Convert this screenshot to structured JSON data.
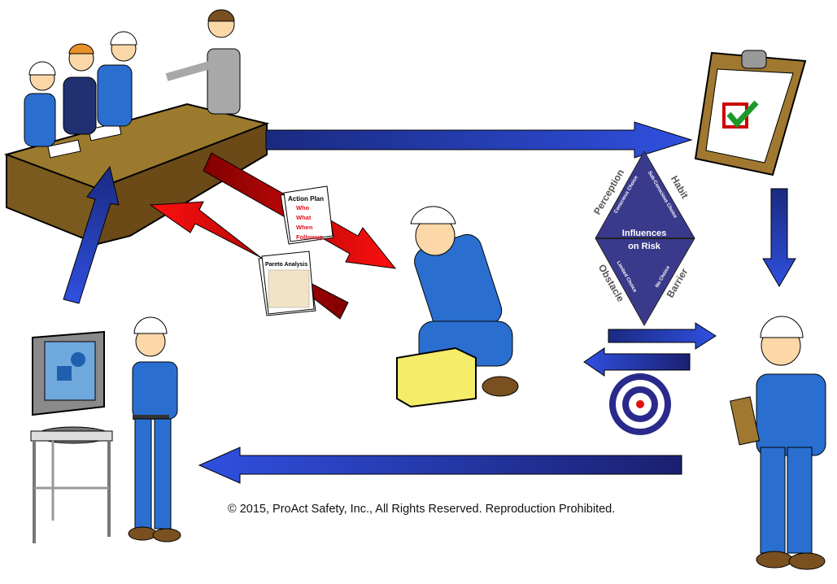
{
  "diamond": {
    "center_line1": "Influences",
    "center_line2": "on Risk",
    "outer_labels": {
      "top_left": "Perception",
      "top_right": "Habit",
      "bottom_left": "Obstacle",
      "bottom_right": "Barrier"
    },
    "inner_labels": {
      "top_left": "Conscious Choice",
      "top_right": "Sub-Conscious Choice",
      "bottom_left": "Limited Choice",
      "bottom_right": "No Choice"
    }
  },
  "action_plan": {
    "title": "Action Plan",
    "items": [
      "Who",
      "What",
      "When",
      "Followup"
    ]
  },
  "pareto": {
    "title": "Pareto Analysis"
  },
  "copyright": "© 2015, ProAct Safety, Inc., All Rights Reserved. Reproduction Prohibited.",
  "colors": {
    "blue_arrow": "#2233aa",
    "red_arrow": "#cc0000",
    "diamond": "#3a3a8c",
    "worker_blue": "#2a6fd0"
  }
}
